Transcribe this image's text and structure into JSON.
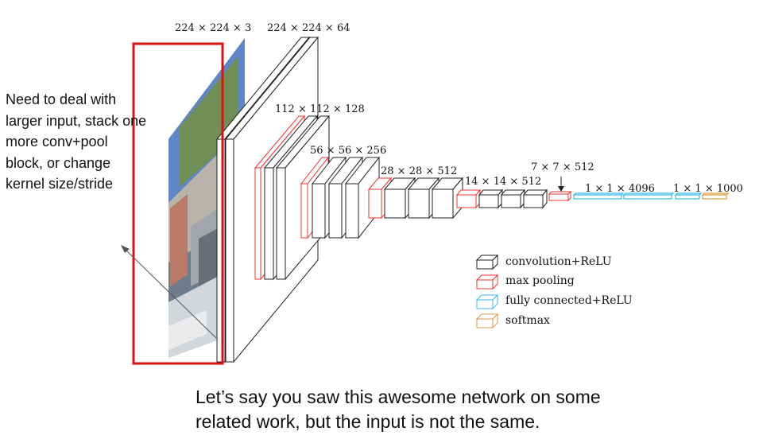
{
  "slide": {
    "annotation": "Need to deal with\nlarger input, stack one\nmore conv+pool\nblock, or change\nkernel size/stride",
    "caption": "Let’s say you saw this awesome network on some\nrelated work, but the input is not the same."
  },
  "network": {
    "dims": {
      "input": "224 × 224 × 3",
      "conv1": "224 × 224 × 64",
      "conv2": "112 × 112 × 128",
      "conv3": "56 × 56 × 256",
      "conv4": "28 × 28 × 512",
      "conv5": "14 × 14 × 512",
      "pool5": "7 × 7 × 512",
      "fc": "1 × 1 × 4096",
      "out": "1 × 1 × 1000"
    },
    "legend": [
      {
        "label": "convolution+ReLU",
        "color": "#222222"
      },
      {
        "label": "max  pooling",
        "color": "#ee3333"
      },
      {
        "label": "fully  connected+ReLU",
        "color": "#3bbbe8"
      },
      {
        "label": "softmax",
        "color": "#dd9944"
      }
    ]
  },
  "colors": {
    "highlight": "#dd1111",
    "conv": "#222222",
    "pool": "#ee3333",
    "fc": "#3bbbe8",
    "softmax": "#dd9944"
  }
}
